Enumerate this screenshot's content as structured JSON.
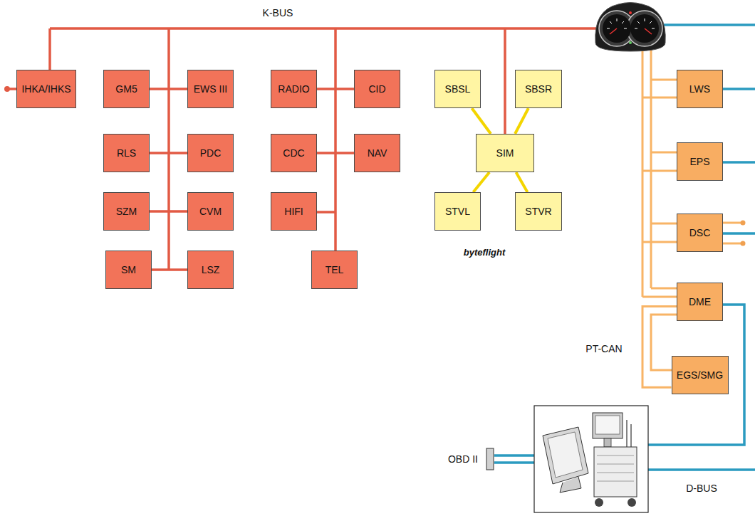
{
  "diagram": {
    "nodes": [
      {
        "text": [
          "IHKA/IHKS"
        ]
      },
      {
        "text": [
          "GM5"
        ]
      },
      {
        "text": [
          "EWS III"
        ]
      },
      {
        "text": [
          "RADIO"
        ]
      },
      {
        "text": [
          "CID"
        ]
      },
      {
        "text": [
          "SBSL"
        ]
      },
      {
        "text": [
          "SBSR"
        ]
      },
      {
        "text": [
          "LWS"
        ]
      },
      {
        "text": [
          "RLS"
        ]
      },
      {
        "text": [
          "PDC"
        ]
      },
      {
        "text": [
          "CDC"
        ]
      },
      {
        "text": [
          "NAV"
        ]
      },
      {
        "text": [
          "SIM"
        ]
      },
      {
        "text": [
          "EPS"
        ]
      },
      {
        "text": [
          "SZM"
        ]
      },
      {
        "text": [
          "CVM"
        ]
      },
      {
        "text": [
          "HIFI"
        ]
      },
      {
        "text": [
          "STVL"
        ]
      },
      {
        "text": [
          "STVR"
        ]
      },
      {
        "text": [
          "DSC"
        ]
      },
      {
        "text": [
          "SM"
        ]
      },
      {
        "text": [
          "LSZ"
        ]
      },
      {
        "text": [
          "TEL"
        ]
      },
      {
        "text": [
          "DME"
        ]
      },
      {
        "text": [
          "EGS/SMG"
        ]
      }
    ],
    "edges": [
      {
        "from": 1,
        "to": 2,
        "arrow": "none"
      },
      {
        "from": 3,
        "to": 4,
        "arrow": "none"
      },
      {
        "from": 8,
        "to": 9,
        "arrow": "none"
      },
      {
        "from": 10,
        "to": 11,
        "arrow": "none"
      },
      {
        "from": 14,
        "to": 15,
        "arrow": "none"
      },
      {
        "from": 20,
        "to": 21,
        "arrow": "none"
      },
      {
        "from": 12,
        "to": 5,
        "arrow": "none"
      },
      {
        "from": 12,
        "to": 6,
        "arrow": "none"
      },
      {
        "from": 12,
        "to": 17,
        "arrow": "none"
      },
      {
        "from": 12,
        "to": 18,
        "arrow": "none"
      },
      {
        "from": 23,
        "to": 24,
        "arrow": "none"
      }
    ],
    "labels": [
      "K-BUS",
      "byteflight",
      "PT-CAN",
      "OBD II",
      "D-BUS"
    ]
  }
}
